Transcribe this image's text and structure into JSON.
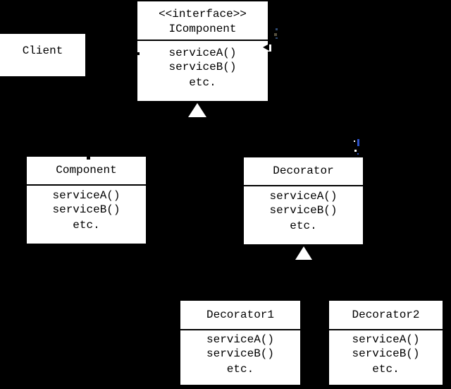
{
  "colors": {
    "background": "#000000",
    "box_fill": "#ffffff",
    "box_text": "#000000",
    "divider": "#000000",
    "arrowhead_fill": "#ffffff",
    "artifact_blue": "#2b50c8",
    "artifact_olive": "#56503e",
    "artifact_navy": "#2e4a73"
  },
  "classes": {
    "client": {
      "name": "Client",
      "methods": []
    },
    "icomponent": {
      "stereotype": "<<interface>>",
      "name": "IComponent",
      "methods": [
        "serviceA()",
        "serviceB()",
        "etc."
      ]
    },
    "component": {
      "name": "Component",
      "methods": [
        "serviceA()",
        "serviceB()",
        "etc."
      ]
    },
    "decorator": {
      "name": "Decorator",
      "methods": [
        "serviceA()",
        "serviceB()",
        "etc."
      ]
    },
    "decorator1": {
      "name": "Decorator1",
      "methods": [
        "serviceA()",
        "serviceB()",
        "etc."
      ]
    },
    "decorator2": {
      "name": "Decorator2",
      "methods": [
        "serviceA()",
        "serviceB()",
        "etc."
      ]
    }
  }
}
